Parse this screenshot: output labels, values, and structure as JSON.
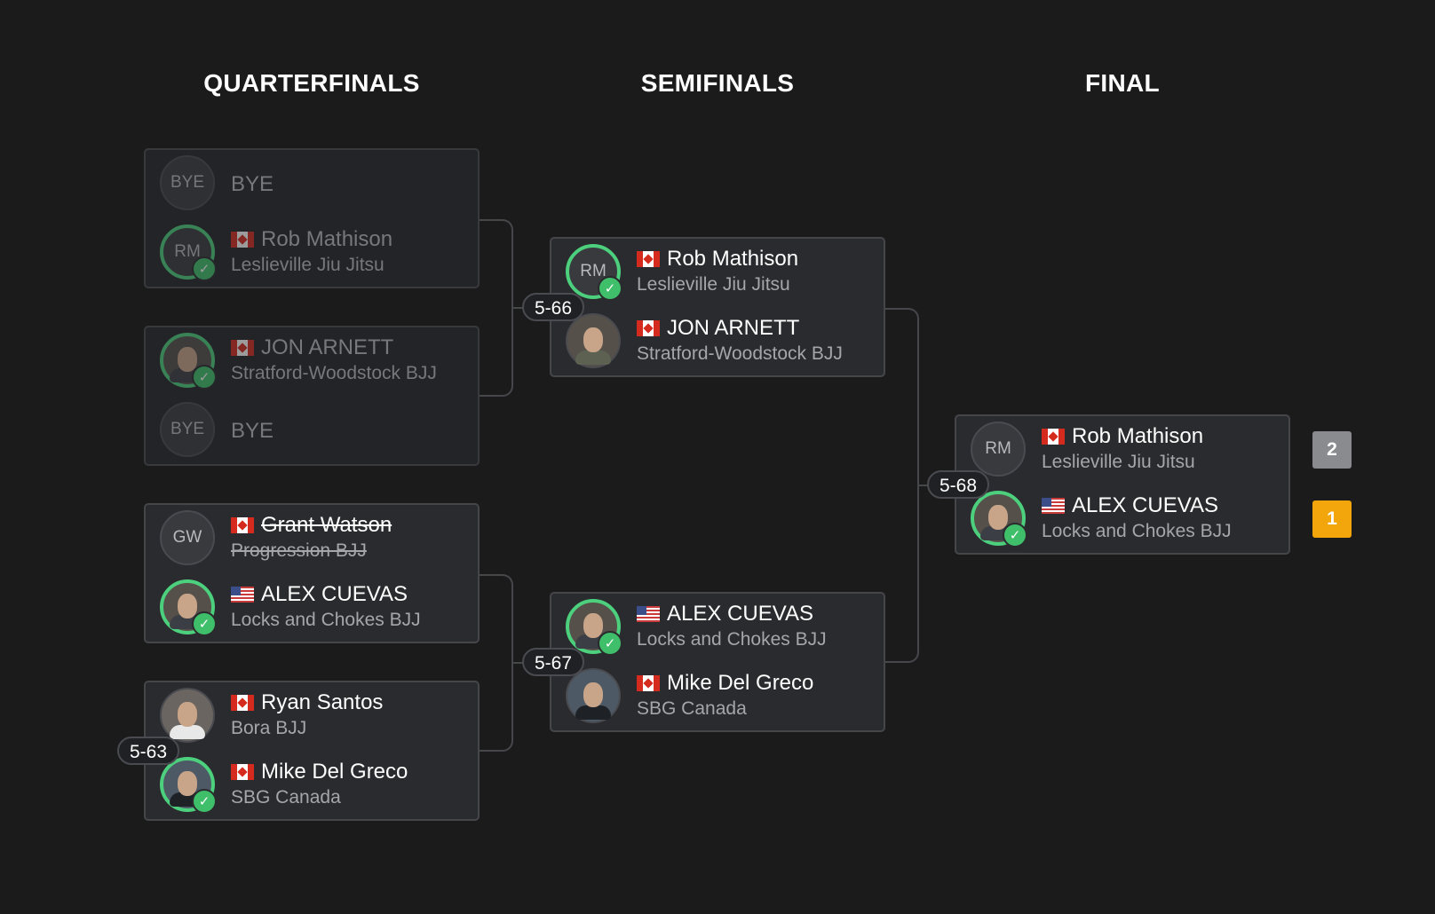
{
  "rounds": [
    "QUARTERFINALS",
    "SEMIFINALS",
    "FINAL"
  ],
  "quarterfinals": [
    {
      "top": {
        "avatar": "BYE",
        "name": "BYE",
        "bye": true
      },
      "bottom": {
        "avatar": "RM",
        "name": "Rob Mathison",
        "team": "Leslieville Jiu Jitsu",
        "flag": "CA",
        "winner": true
      }
    },
    {
      "top": {
        "avatar": "photo",
        "name": "JON ARNETT",
        "team": "Stratford-Woodstock BJJ",
        "flag": "CA",
        "winner": true
      },
      "bottom": {
        "avatar": "BYE",
        "name": "BYE",
        "bye": true
      }
    },
    {
      "top": {
        "avatar": "GW",
        "name": "Grant Watson",
        "team": "Progression BJJ",
        "flag": "CA",
        "struck": true
      },
      "bottom": {
        "avatar": "photo",
        "name": "ALEX CUEVAS",
        "team": "Locks and Chokes BJJ",
        "flag": "US",
        "winner": true
      }
    },
    {
      "id": "5-63",
      "top": {
        "avatar": "photo",
        "name": "Ryan Santos",
        "team": "Bora BJJ",
        "flag": "CA"
      },
      "bottom": {
        "avatar": "photo",
        "name": "Mike Del Greco",
        "team": "SBG Canada",
        "flag": "CA",
        "winner": true
      }
    }
  ],
  "semifinals": [
    {
      "id": "5-66",
      "top": {
        "avatar": "RM",
        "name": "Rob Mathison",
        "team": "Leslieville Jiu Jitsu",
        "flag": "CA",
        "winner": true
      },
      "bottom": {
        "avatar": "photo",
        "name": "JON ARNETT",
        "team": "Stratford-Woodstock BJJ",
        "flag": "CA"
      }
    },
    {
      "id": "5-67",
      "top": {
        "avatar": "photo",
        "name": "ALEX CUEVAS",
        "team": "Locks and Chokes BJJ",
        "flag": "US",
        "winner": true
      },
      "bottom": {
        "avatar": "photo",
        "name": "Mike Del Greco",
        "team": "SBG Canada",
        "flag": "CA"
      }
    }
  ],
  "final": {
    "id": "5-68",
    "top": {
      "avatar": "RM",
      "name": "Rob Mathison",
      "team": "Leslieville Jiu Jitsu",
      "flag": "CA",
      "score": "2"
    },
    "bottom": {
      "avatar": "photo",
      "name": "ALEX CUEVAS",
      "team": "Locks and Chokes BJJ",
      "flag": "US",
      "winner": true,
      "score": "1"
    }
  },
  "colors": {
    "winner_ring": "#4cd07d",
    "score_loser": "#8a8b8f",
    "score_winner": "#f2a60c",
    "background": "#1b1b1c"
  },
  "icons": {
    "check": "check-circle-icon",
    "flag_ca": "canada-flag-icon",
    "flag_us": "usa-flag-icon"
  }
}
